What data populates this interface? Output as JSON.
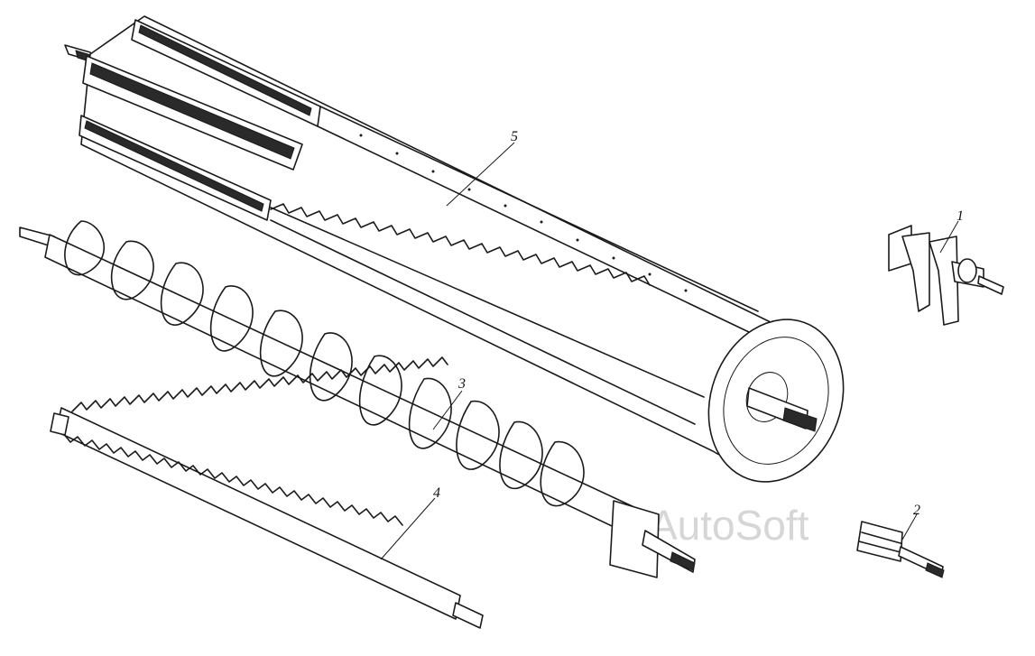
{
  "figure": {
    "watermark": "AutoSoft",
    "parts": [
      {
        "id": "part-1",
        "label": "1"
      },
      {
        "id": "part-2",
        "label": "2"
      },
      {
        "id": "part-3",
        "label": "3"
      },
      {
        "id": "part-4",
        "label": "4"
      },
      {
        "id": "part-5",
        "label": "5"
      }
    ]
  }
}
